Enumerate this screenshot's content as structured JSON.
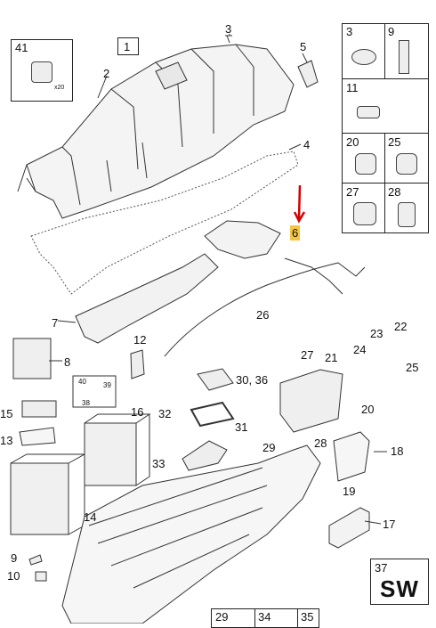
{
  "diagram": {
    "sheet_label": "1",
    "highlighted_part": "6",
    "parts": {
      "p2": "2",
      "p3": "3",
      "p4": "4",
      "p5": "5",
      "p6": "6",
      "p7": "7",
      "p8": "8",
      "p9": "9",
      "p10": "10",
      "p12": "12",
      "p13": "13",
      "p14": "14",
      "p15": "15",
      "p16": "16",
      "p17": "17",
      "p18": "18",
      "p19": "19",
      "p20": "20",
      "p21": "21",
      "p22": "22",
      "p23": "23",
      "p24": "24",
      "p25": "25",
      "p26": "26",
      "p27": "27",
      "p28": "28",
      "p29": "29",
      "p30_36": "30, 36",
      "p31": "31",
      "p32": "32",
      "p33": "33",
      "p38": "38",
      "p39": "39",
      "p40": "40"
    },
    "kit_41": {
      "number": "41",
      "quantity": "x20"
    },
    "hardware_table": {
      "cells": [
        "3",
        "9",
        "11",
        "20",
        "25",
        "27",
        "28"
      ]
    },
    "box_37": {
      "number": "37",
      "text": "SW"
    },
    "bottom_table": {
      "cells": [
        "29",
        "34",
        "35"
      ]
    }
  }
}
